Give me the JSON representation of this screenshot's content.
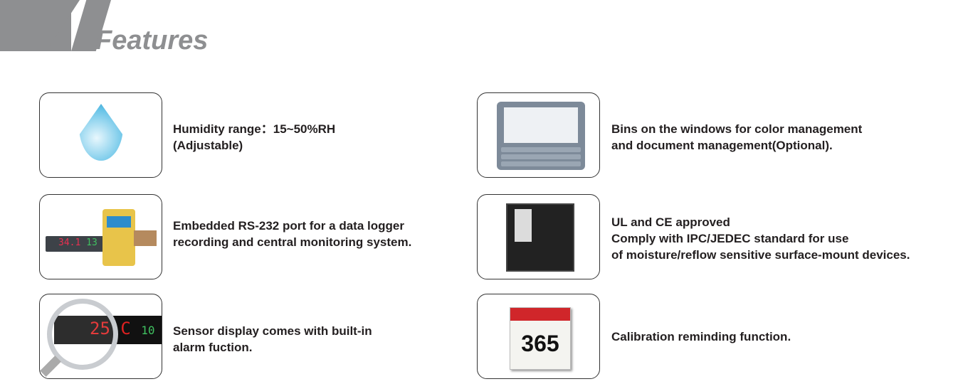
{
  "header": {
    "title": "Features"
  },
  "features": [
    {
      "text1": "Humidity range：15~50%RH",
      "text2": "(Adjustable)"
    },
    {
      "text1": "Embedded RS-232 port for a data logger",
      "text2": "recording and central monitoring system.",
      "display_a": "34.1",
      "display_b": "13"
    },
    {
      "text1": "Sensor display comes with built-in",
      "text2": "alarm fuction.",
      "display_a": "25.C",
      "display_b": "10"
    },
    {
      "text1": "Bins on the windows for color management",
      "text2": "and document management(Optional)."
    },
    {
      "text1": "UL and CE approved",
      "text2": "Comply with IPC/JEDEC standard for use",
      "text3": "of moisture/reflow sensitive surface-mount devices."
    },
    {
      "text1": "Calibration reminding function.",
      "calendar": "365"
    }
  ]
}
